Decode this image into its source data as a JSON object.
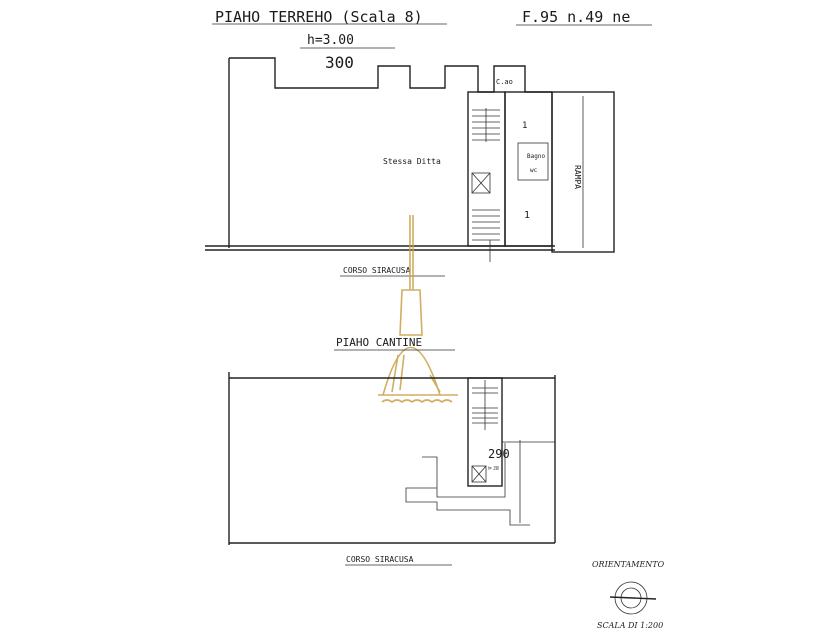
{
  "sheet": {
    "title_ground": "PIAHO TERREHO (Scala 8)",
    "sheet_ref": "F.95  n.49 ne",
    "height_label": "h=3.00",
    "height_value": "300",
    "ground_labels": {
      "storage": "C.ao",
      "neighbour": "Stessa Ditta",
      "bathroom": "Bagno",
      "wc": "wc",
      "ramp": "RAMPA",
      "room_mark_1": "1",
      "room_mark_2": "1"
    },
    "street_ground": "CORSO SIRACUSA",
    "title_cellar": "PIAHO CANTINE",
    "cellar_height": "290",
    "cellar_height_small": "h= 290",
    "street_cellar": "CORSO SIRACUSA",
    "orientation_label": "ORIENTAMENTO",
    "scale_label": "SCALA DI 1:200"
  },
  "colors": {
    "ink": "#222222",
    "watermark": "#c9a046",
    "paper": "#ffffff"
  }
}
